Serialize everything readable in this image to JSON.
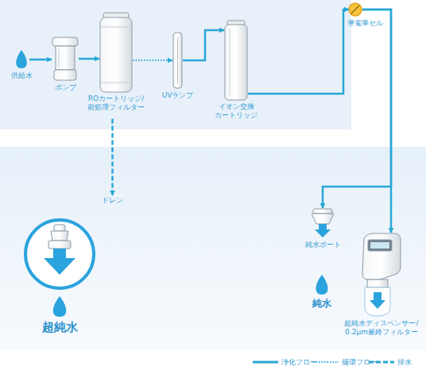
{
  "diagram": {
    "nodes": [
      {
        "text": [
          "供給水"
        ]
      },
      {
        "text": [
          "ポンプ"
        ]
      },
      {
        "text": [
          "ROカートリッジ/ 前処理フィルター"
        ]
      },
      {
        "text": [
          "UVランプ"
        ]
      },
      {
        "text": [
          "イオン交換 カートリッジ"
        ]
      },
      {
        "text": [
          "導電率セル"
        ]
      },
      {
        "text": [
          "ドレン"
        ]
      },
      {
        "text": [
          "純水ポート"
        ]
      },
      {
        "text": [
          "純水"
        ]
      },
      {
        "text": [
          "超純水ディスペンサー/ 0.2μm最終フィルター"
        ]
      },
      {
        "text": [
          "超純水"
        ]
      }
    ],
    "edges": [
      {
        "from": 0,
        "to": 1,
        "arrow": "to"
      },
      {
        "from": 1,
        "to": 2,
        "arrow": "to"
      },
      {
        "from": 2,
        "to": 3,
        "arrow": "to"
      },
      {
        "from": 3,
        "to": 4,
        "arrow": "to"
      },
      {
        "from": 4,
        "to": 5,
        "arrow": "to"
      },
      {
        "from": 5,
        "to": 7,
        "arrow": "to"
      },
      {
        "from": 5,
        "to": 9,
        "arrow": "to"
      },
      {
        "from": 2,
        "to": 6,
        "arrow": "to"
      }
    ],
    "legend": [
      {
        "text": "浄化フロー"
      },
      {
        "text": "循環フロー"
      },
      {
        "text": "排水"
      }
    ]
  }
}
